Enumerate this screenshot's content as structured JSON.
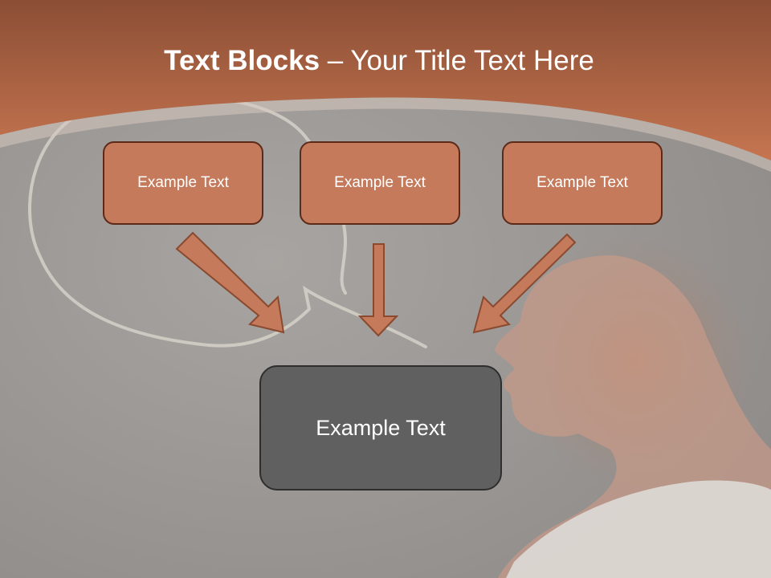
{
  "title": {
    "bold": "Text Blocks",
    "dash": " – ",
    "rest": "Your Title Text Here"
  },
  "boxes": [
    "Example Text",
    "Example Text",
    "Example Text"
  ],
  "main_box": "Example Text",
  "colors": {
    "header": "#b4694a",
    "box_fill": "#c47a5b",
    "box_border": "#5c2a18",
    "main_fill": "#606060"
  }
}
